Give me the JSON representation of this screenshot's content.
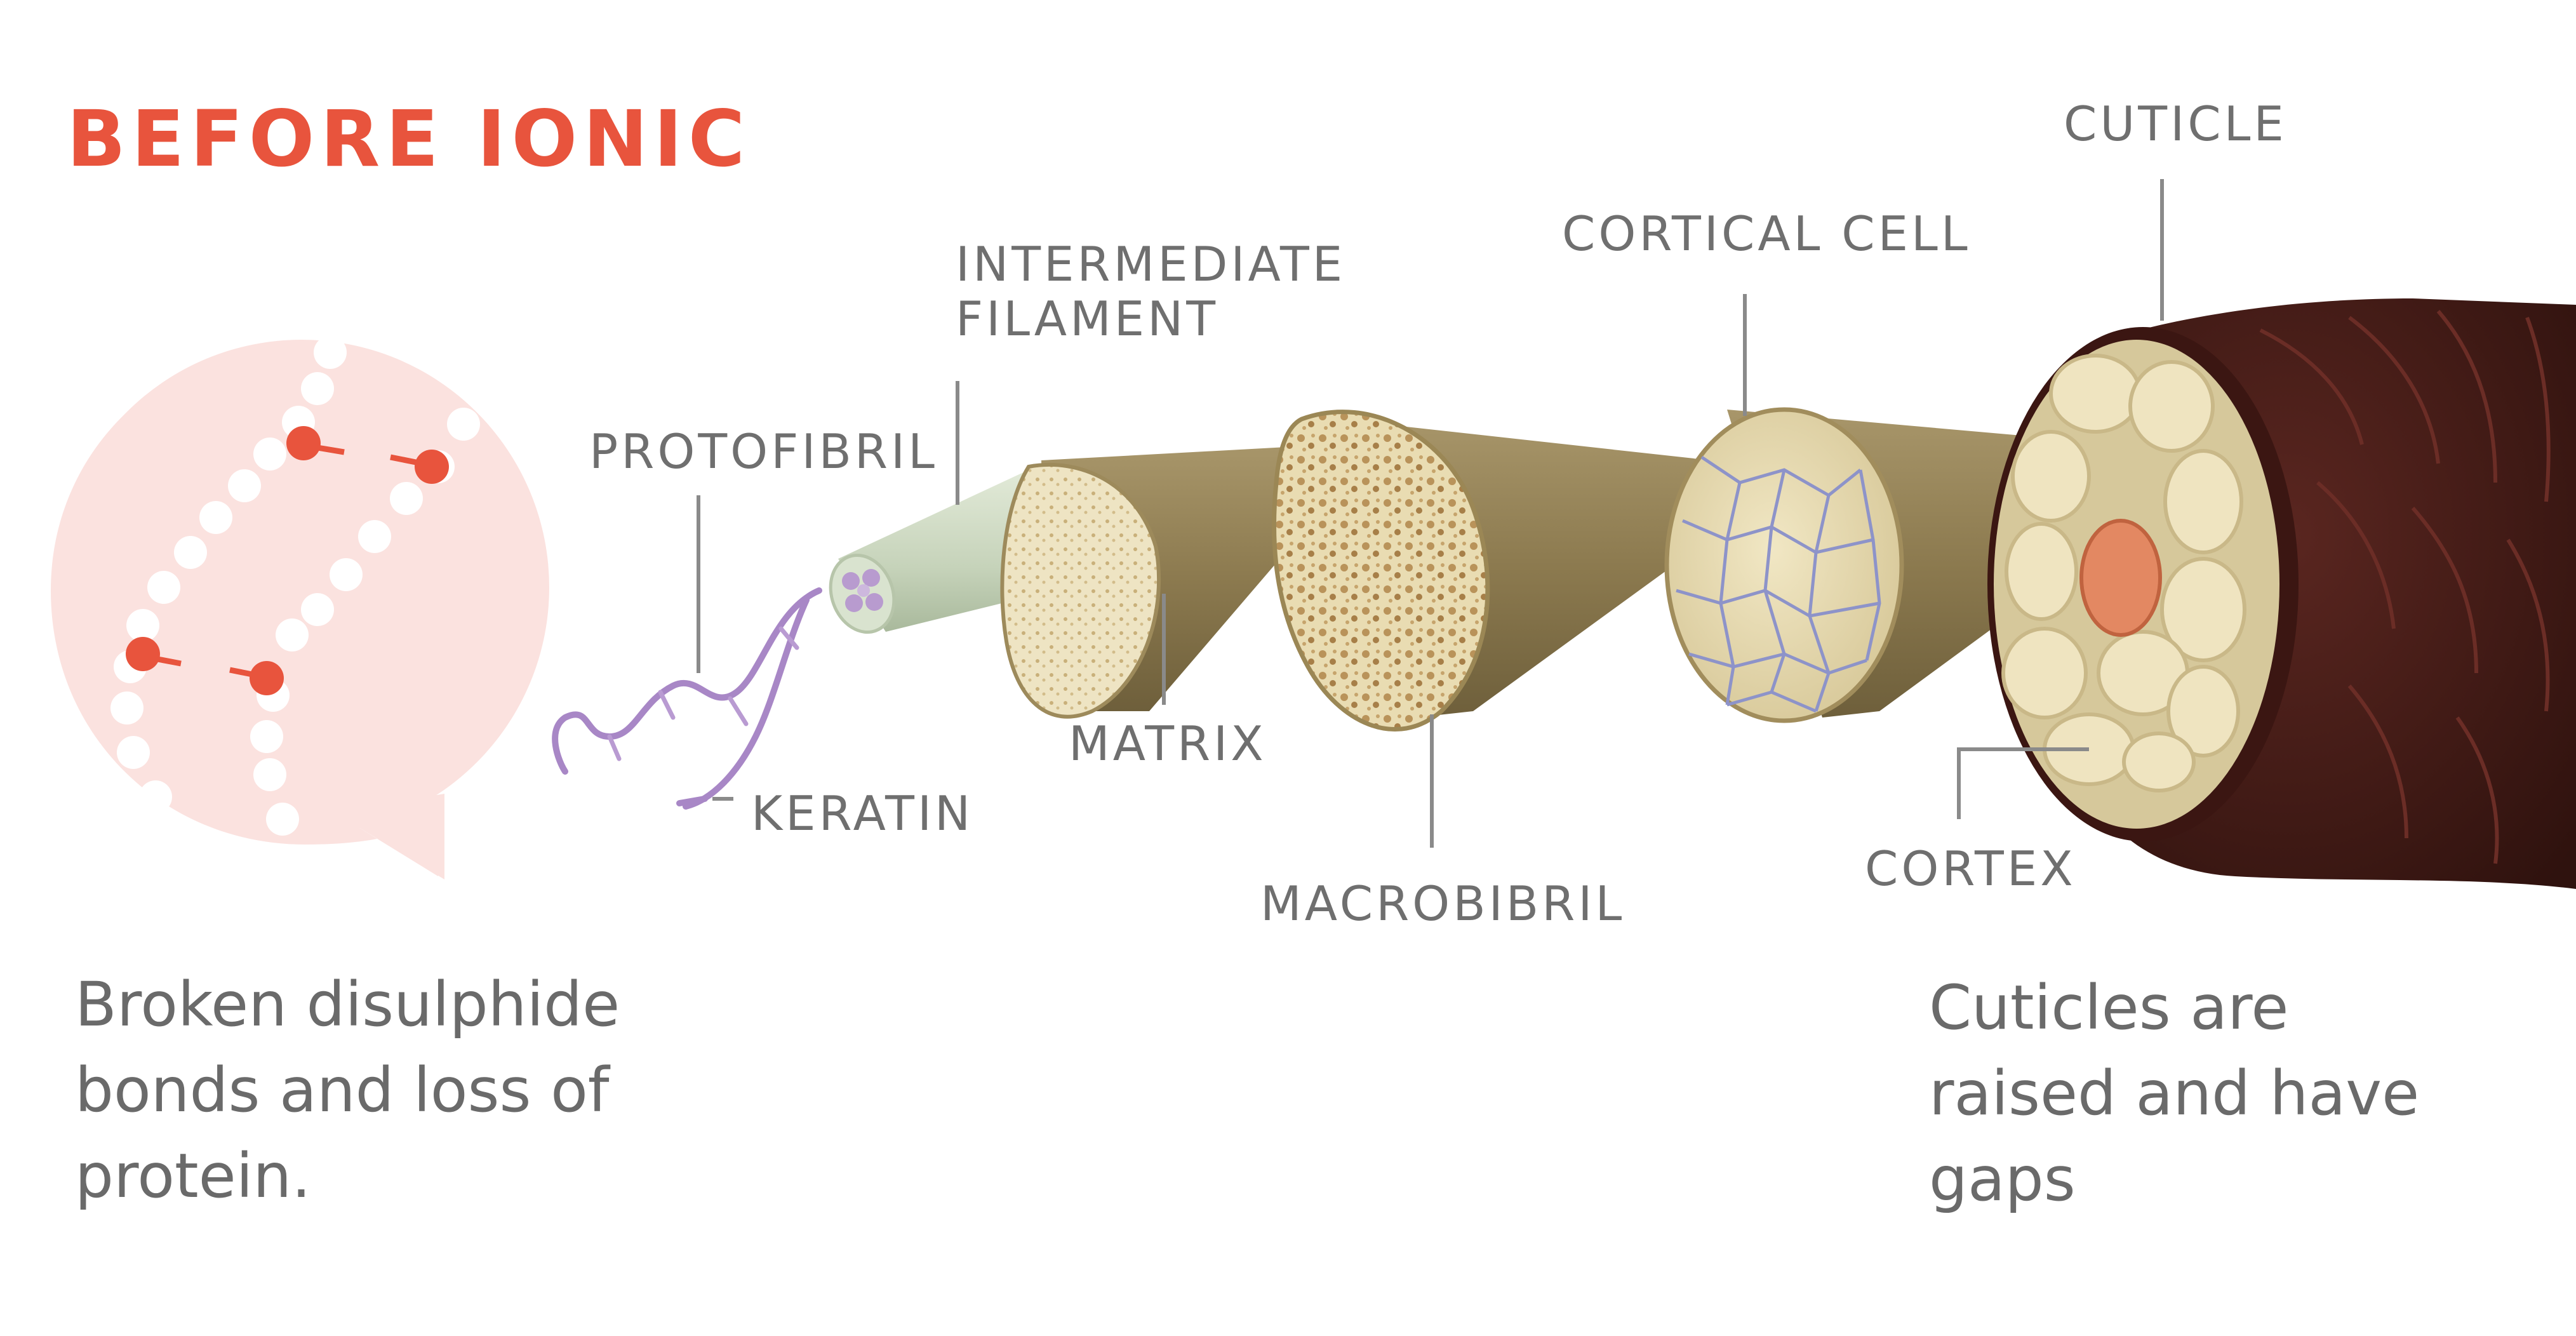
{
  "heading": "BEFORE IONIC",
  "labels": {
    "protofibril": "PROTOFIBRIL",
    "intermediate_filament_line1": "INTERMEDIATE",
    "intermediate_filament_line2": "FILAMENT",
    "keratin": "KERATIN",
    "matrix": "MATRIX",
    "macrobibril": "MACROBIBRIL",
    "cortical_cell": "CORTICAL CELL",
    "cuticle": "CUTICLE",
    "cortex": "CORTEX"
  },
  "captions": {
    "left": [
      "Broken disulphide",
      "bonds and loss of",
      "protein."
    ],
    "right": [
      "Cuticles are",
      "raised and have",
      "gaps"
    ]
  },
  "colors": {
    "accent": "#e8543d",
    "bubble": "#fbe2df",
    "label_text": "#6f6f6f",
    "leader_line": "#8a8a8a",
    "fiber_brown": "#8c7a4f",
    "fiber_face": "#e8dcb0",
    "cuticle_brown": "#4a1d18",
    "keratin_purple": "#a887c6",
    "protofibril_green": "#cdd9c2"
  }
}
